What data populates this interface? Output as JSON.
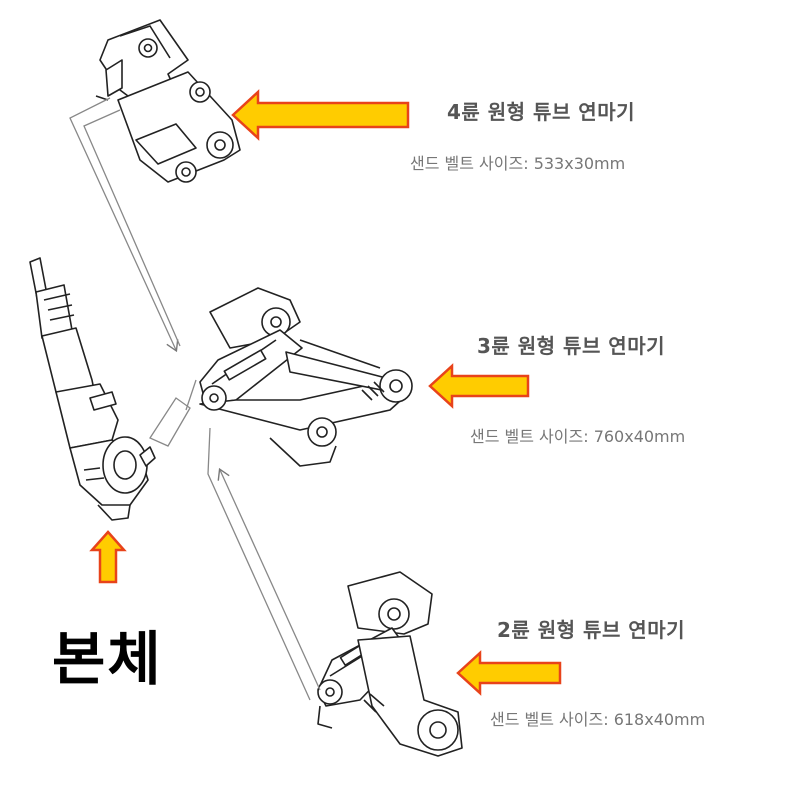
{
  "colors": {
    "arrow_fill": "#ffcc00",
    "arrow_stroke": "#e8431a",
    "line": "#222222"
  },
  "main_label": "본체",
  "attachments": [
    {
      "title": "4륜 원형 튜브 연마기",
      "spec": "샌드 벨트 사이즈: 533x30mm",
      "icon": "four-wheel-belt-sander-attachment"
    },
    {
      "title": "3륜 원형 튜브 연마기",
      "spec": "샌드 벨트 사이즈: 760x40mm",
      "icon": "three-wheel-belt-sander-attachment"
    },
    {
      "title": "2륜 원형 튜브 연마기",
      "spec": "샌드 벨트 사이즈: 618x40mm",
      "icon": "two-wheel-belt-sander-attachment"
    }
  ]
}
